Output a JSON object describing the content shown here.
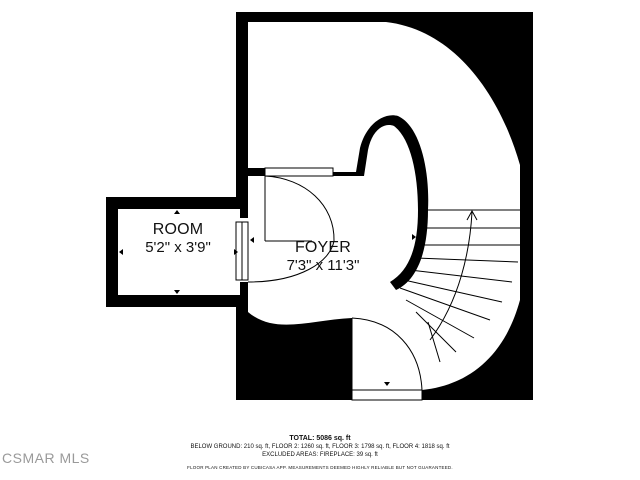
{
  "rooms": {
    "room": {
      "name": "ROOM",
      "dimensions": "5'2\" x 3'9\""
    },
    "foyer": {
      "name": "FOYER",
      "dimensions": "7'3\" x 11'3\""
    }
  },
  "summary": {
    "total": "TOTAL: 5086 sq. ft",
    "floors": "BELOW GROUND: 210 sq. ft, FLOOR 2: 1260 sq. ft, FLOOR 3: 1798 sq. ft, FLOOR 4: 1818 sq. ft",
    "excluded": "EXCLUDED AREAS: FIREPLACE: 39 sq. ft",
    "disclaimer": "FLOOR PLAN CREATED BY CUBICASA APP. MEASUREMENTS DEEMED HIGHLY RELIABLE BUT NOT GUARANTEED."
  },
  "watermark": {
    "text": "CSMAR MLS"
  },
  "colors": {
    "wall": "#000000",
    "floor": "#ffffff",
    "text": "#111111",
    "watermark": "#9a9a9a"
  }
}
